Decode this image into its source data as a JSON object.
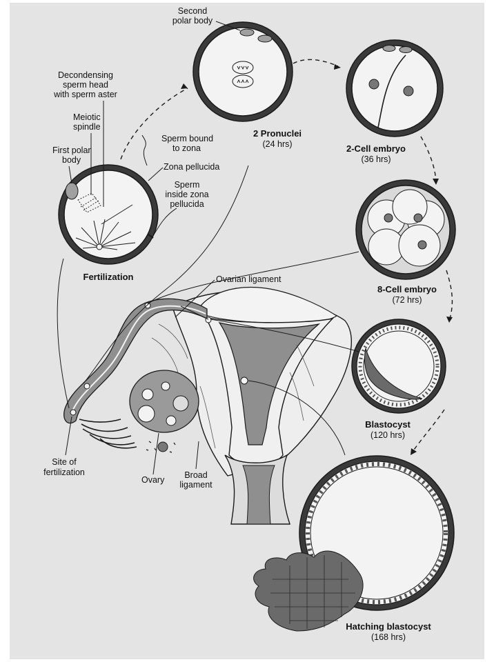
{
  "labels": {
    "second_polar_body": [
      "Second",
      "polar body"
    ],
    "decondensing": [
      "Decondensing",
      "sperm head",
      "with sperm aster"
    ],
    "meiotic_spindle": [
      "Meiotic",
      "spindle"
    ],
    "first_polar_body": [
      "First polar",
      "body"
    ],
    "sperm_bound": [
      "Sperm bound",
      "to zona"
    ],
    "zona_pellucida": "Zona pellucida",
    "sperm_inside": [
      "Sperm",
      "inside zona",
      "pellucida"
    ],
    "ovarian_ligament": "Ovarian ligament",
    "site_of_fertilization": [
      "Site of",
      "fertilization"
    ],
    "ovary": "Ovary",
    "broad_ligament": [
      "Broad",
      "ligament"
    ]
  },
  "stages": {
    "fertilization": {
      "title": "Fertilization",
      "time": ""
    },
    "pronuclei": {
      "title": "2 Pronuclei",
      "time": "(24 hrs)"
    },
    "two_cell": {
      "title": "2-Cell embryo",
      "time": "(36 hrs)"
    },
    "eight_cell": {
      "title": "8-Cell embryo",
      "time": "(72 hrs)"
    },
    "blastocyst": {
      "title": "Blastocyst",
      "time": "(120 hrs)"
    },
    "hatching": {
      "title": "Hatching blastocyst",
      "time": "(168 hrs)"
    }
  },
  "colors": {
    "background": "#e4e4e4",
    "ink": "#1a1a1a",
    "tissue": "#8f8f8f",
    "cell": "#f2f2f2",
    "nucleus": "#777777"
  }
}
